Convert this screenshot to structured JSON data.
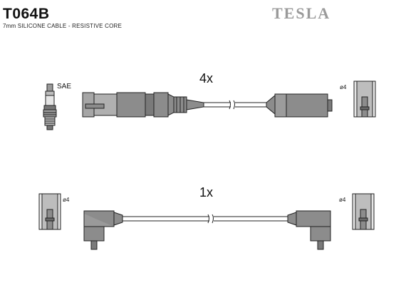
{
  "header": {
    "part_number": "T064B",
    "cable_description": "7mm SILICONE CABLE - RESISTIVE CORE",
    "brand": "TESLA"
  },
  "diagram": {
    "top_quantity": "4x",
    "bottom_quantity": "1x",
    "spark_plug_label": "SAE",
    "terminal_labels": [
      "ø4",
      "ø4",
      "ø4"
    ]
  },
  "colors": {
    "part_fill": "#8c8c8c",
    "part_stroke": "#222222",
    "brand_gray": "#9a9a9a"
  }
}
